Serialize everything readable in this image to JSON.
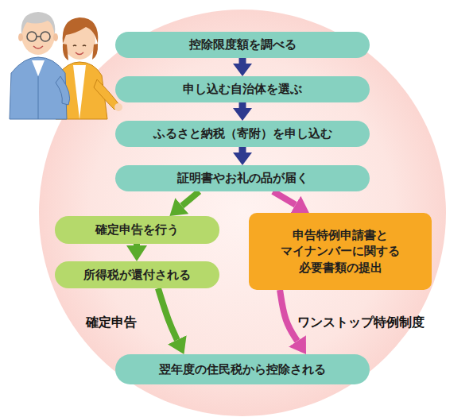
{
  "diagram": {
    "nodes": [
      {
        "text": [
          "控除限度額を調べる"
        ]
      },
      {
        "text": [
          "申し込む自治体を選ぶ"
        ]
      },
      {
        "text": [
          "ふるさと納税（寄附）を申し込む"
        ]
      },
      {
        "text": [
          "証明書やお礼の品が届く"
        ]
      },
      {
        "text": [
          "確定申告を行う"
        ]
      },
      {
        "text": [
          "所得税が還付される"
        ]
      },
      {
        "text": [
          "申告特例申請書と マイナンバーに関する 必要書類の提出"
        ]
      },
      {
        "text": [
          "翌年度の住民税から控除される"
        ]
      }
    ],
    "edges": [
      {
        "from": 0,
        "to": 1,
        "arrow": "to"
      },
      {
        "from": 1,
        "to": 2,
        "arrow": "to"
      },
      {
        "from": 2,
        "to": 3,
        "arrow": "to"
      },
      {
        "from": 3,
        "to": 4,
        "arrow": "to"
      },
      {
        "from": 3,
        "to": 6,
        "arrow": "to"
      },
      {
        "from": 4,
        "to": 5,
        "arrow": "to"
      },
      {
        "from": 5,
        "to": 7,
        "arrow": "to"
      },
      {
        "from": 6,
        "to": 7,
        "arrow": "to"
      }
    ],
    "labels": [
      "確定申告",
      "ワンストップ特例制度"
    ]
  }
}
